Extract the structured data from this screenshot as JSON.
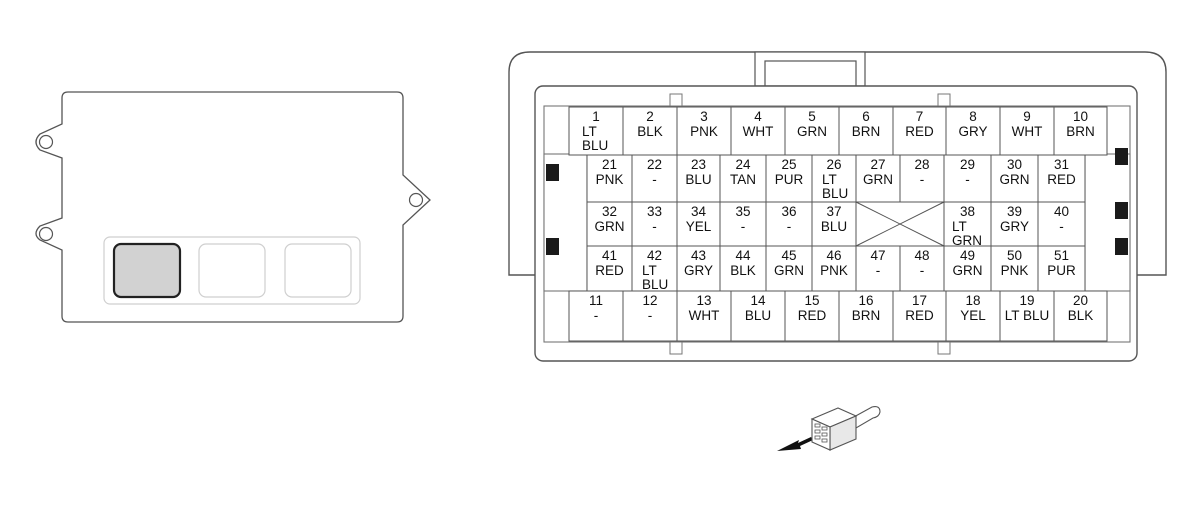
{
  "diagram": {
    "rows": [
      [
        {
          "pin": "1",
          "color": [
            "LT",
            "BLU"
          ]
        },
        {
          "pin": "2",
          "color": [
            "BLK"
          ]
        },
        {
          "pin": "3",
          "color": [
            "PNK"
          ]
        },
        {
          "pin": "4",
          "color": [
            "WHT"
          ]
        },
        {
          "pin": "5",
          "color": [
            "GRN"
          ]
        },
        {
          "pin": "6",
          "color": [
            "BRN"
          ]
        },
        {
          "pin": "7",
          "color": [
            "RED"
          ]
        },
        {
          "pin": "8",
          "color": [
            "GRY"
          ]
        },
        {
          "pin": "9",
          "color": [
            "WHT"
          ]
        },
        {
          "pin": "10",
          "color": [
            "BRN"
          ]
        }
      ],
      [
        {
          "pin": "21",
          "color": [
            "PNK"
          ]
        },
        {
          "pin": "22",
          "color": [
            "-"
          ]
        },
        {
          "pin": "23",
          "color": [
            "BLU"
          ]
        },
        {
          "pin": "24",
          "color": [
            "TAN"
          ]
        },
        {
          "pin": "25",
          "color": [
            "PUR"
          ]
        },
        {
          "pin": "26",
          "color": [
            "LT",
            "BLU"
          ]
        },
        {
          "pin": "27",
          "color": [
            "GRN"
          ]
        },
        {
          "pin": "28",
          "color": [
            "-"
          ]
        },
        {
          "pin": "29",
          "color": [
            "-"
          ]
        },
        {
          "pin": "30",
          "color": [
            "GRN"
          ]
        },
        {
          "pin": "31",
          "color": [
            "RED"
          ]
        }
      ],
      [
        {
          "pin": "32",
          "color": [
            "GRN"
          ]
        },
        {
          "pin": "33",
          "color": [
            "-"
          ]
        },
        {
          "pin": "34",
          "color": [
            "YEL"
          ]
        },
        {
          "pin": "35",
          "color": [
            "-"
          ]
        },
        {
          "pin": "36",
          "color": [
            "-"
          ]
        },
        {
          "pin": "37",
          "color": [
            "BLU"
          ]
        },
        {
          "pin": "38",
          "color": [
            "LT",
            "GRN"
          ]
        },
        {
          "pin": "39",
          "color": [
            "GRY"
          ]
        },
        {
          "pin": "40",
          "color": [
            "-"
          ]
        }
      ],
      [
        {
          "pin": "41",
          "color": [
            "RED"
          ]
        },
        {
          "pin": "42",
          "color": [
            "LT",
            "BLU"
          ]
        },
        {
          "pin": "43",
          "color": [
            "GRY"
          ]
        },
        {
          "pin": "44",
          "color": [
            "BLK"
          ]
        },
        {
          "pin": "45",
          "color": [
            "GRN"
          ]
        },
        {
          "pin": "46",
          "color": [
            "PNK"
          ]
        },
        {
          "pin": "47",
          "color": [
            "-"
          ]
        },
        {
          "pin": "48",
          "color": [
            "-"
          ]
        },
        {
          "pin": "49",
          "color": [
            "GRN"
          ]
        },
        {
          "pin": "50",
          "color": [
            "PNK"
          ]
        },
        {
          "pin": "51",
          "color": [
            "PUR"
          ]
        }
      ],
      [
        {
          "pin": "11",
          "color": [
            "-"
          ]
        },
        {
          "pin": "12",
          "color": [
            "-"
          ]
        },
        {
          "pin": "13",
          "color": [
            "WHT"
          ]
        },
        {
          "pin": "14",
          "color": [
            "BLU"
          ]
        },
        {
          "pin": "15",
          "color": [
            "RED"
          ]
        },
        {
          "pin": "16",
          "color": [
            "BRN"
          ]
        },
        {
          "pin": "17",
          "color": [
            "RED"
          ]
        },
        {
          "pin": "18",
          "color": [
            "YEL"
          ]
        },
        {
          "pin": "19",
          "color": [
            "LT BLU"
          ]
        },
        {
          "pin": "20",
          "color": [
            "BLK"
          ]
        }
      ]
    ],
    "colors": {
      "outline": "#555555",
      "light_outline": "#cccccc",
      "highlight_fill": "#d0d0d0",
      "text": "#111111",
      "lock_tab": "#1a1a1a"
    }
  }
}
